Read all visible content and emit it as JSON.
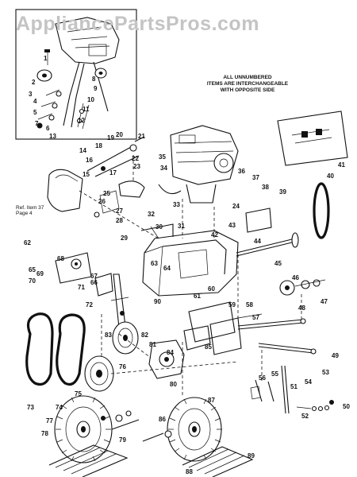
{
  "watermark": "AppliancePartsPros.com",
  "notes": {
    "unnumbered": [
      "ALL UNNUMBERED",
      "ITEMS ARE INTERCHANGEABLE",
      "WITH OPPOSITE SIDE"
    ],
    "ref_item": [
      "Ref. Item 37",
      "Page 4"
    ]
  },
  "callouts": [
    {
      "label": "1"
    },
    {
      "label": "2"
    },
    {
      "label": "3"
    },
    {
      "label": "4"
    },
    {
      "label": "5"
    },
    {
      "label": "6"
    },
    {
      "label": "7"
    },
    {
      "label": "8"
    },
    {
      "label": "9"
    },
    {
      "label": "10"
    },
    {
      "label": "11"
    },
    {
      "label": "12"
    },
    {
      "label": "13"
    },
    {
      "label": "14"
    },
    {
      "label": "15"
    },
    {
      "label": "16"
    },
    {
      "label": "17"
    },
    {
      "label": "18"
    },
    {
      "label": "19"
    },
    {
      "label": "20"
    },
    {
      "label": "21"
    },
    {
      "label": "22"
    },
    {
      "label": "23"
    },
    {
      "label": "24"
    },
    {
      "label": "25"
    },
    {
      "label": "26"
    },
    {
      "label": "27"
    },
    {
      "label": "28"
    },
    {
      "label": "29"
    },
    {
      "label": "30"
    },
    {
      "label": "31"
    },
    {
      "label": "32"
    },
    {
      "label": "33"
    },
    {
      "label": "34"
    },
    {
      "label": "35"
    },
    {
      "label": "36"
    },
    {
      "label": "37"
    },
    {
      "label": "38"
    },
    {
      "label": "39"
    },
    {
      "label": "40"
    },
    {
      "label": "41"
    },
    {
      "label": "42"
    },
    {
      "label": "43"
    },
    {
      "label": "44"
    },
    {
      "label": "45"
    },
    {
      "label": "46"
    },
    {
      "label": "47"
    },
    {
      "label": "48"
    },
    {
      "label": "49"
    },
    {
      "label": "50"
    },
    {
      "label": "51"
    },
    {
      "label": "52"
    },
    {
      "label": "53"
    },
    {
      "label": "54"
    },
    {
      "label": "55"
    },
    {
      "label": "56"
    },
    {
      "label": "57"
    },
    {
      "label": "58"
    },
    {
      "label": "59"
    },
    {
      "label": "60"
    },
    {
      "label": "61"
    },
    {
      "label": "62"
    },
    {
      "label": "63"
    },
    {
      "label": "64"
    },
    {
      "label": "65"
    },
    {
      "label": "66"
    },
    {
      "label": "67"
    },
    {
      "label": "68"
    },
    {
      "label": "69"
    },
    {
      "label": "70"
    },
    {
      "label": "71"
    },
    {
      "label": "72"
    },
    {
      "label": "73"
    },
    {
      "label": "74"
    },
    {
      "label": "75"
    },
    {
      "label": "76"
    },
    {
      "label": "77"
    },
    {
      "label": "78"
    },
    {
      "label": "79"
    },
    {
      "label": "80"
    },
    {
      "label": "81"
    },
    {
      "label": "82"
    },
    {
      "label": "83"
    },
    {
      "label": "84"
    },
    {
      "label": "85"
    },
    {
      "label": "86"
    },
    {
      "label": "87"
    },
    {
      "label": "88"
    },
    {
      "label": "89"
    },
    {
      "label": "90"
    }
  ]
}
